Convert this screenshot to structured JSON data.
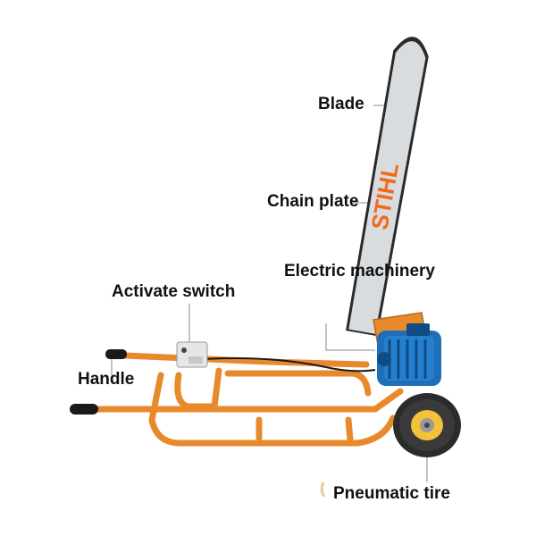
{
  "labels": {
    "blade": "Blade",
    "chain_plate": "Chain plate",
    "electric_machinery_line1": "Electric",
    "electric_machinery_line2": "machinery",
    "activate_switch": "Activate switch",
    "handle": "Handle",
    "pneumatic_tire": "Pneumatic tire"
  },
  "blade_brand": "STIHL",
  "colors": {
    "frame": "#e8892b",
    "frame_shadow": "#b8661a",
    "motor": "#1e6fb8",
    "motor_dark": "#0f4c86",
    "blade": "#d9dcdf",
    "chain": "#2a2a2a",
    "brand": "#f26a1b",
    "tire": "#2b2b2b",
    "hub": "#f2c23a",
    "grip": "#1a1a1a",
    "leader": "#888888"
  }
}
